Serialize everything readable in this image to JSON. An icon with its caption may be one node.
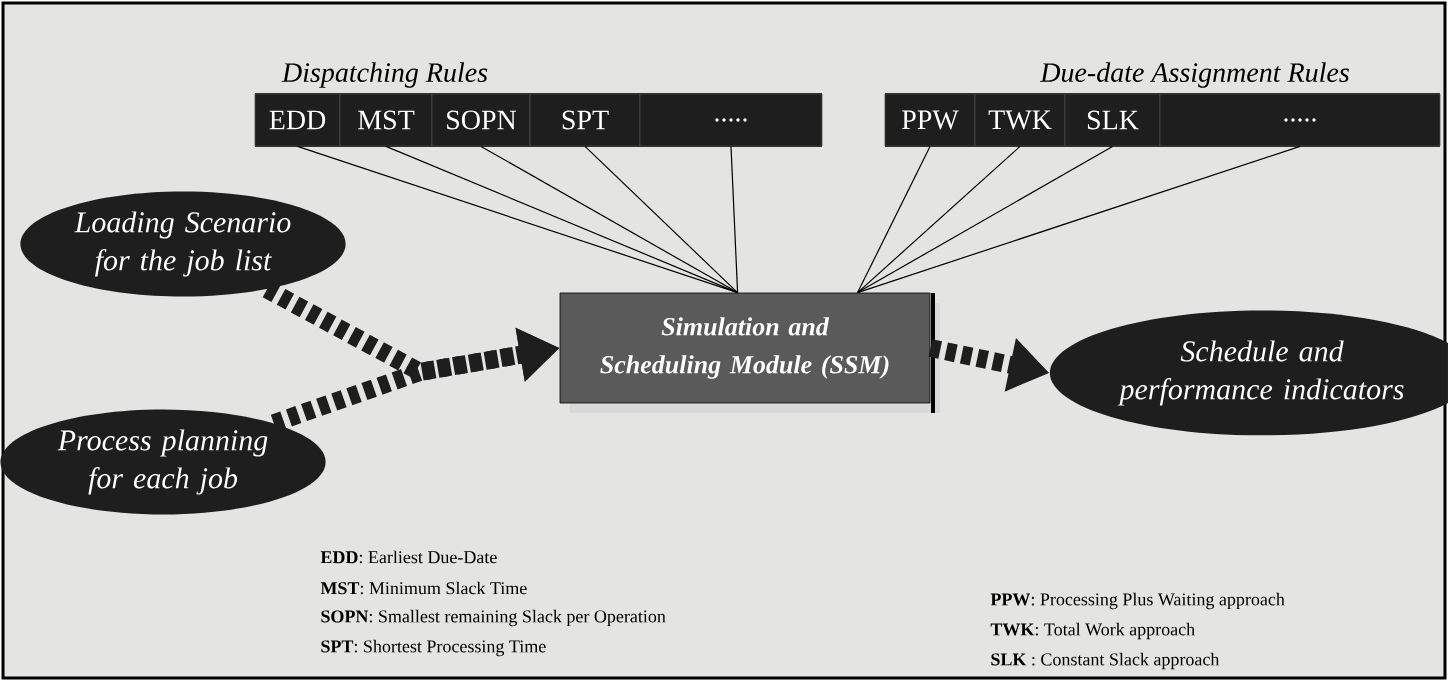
{
  "diagram": {
    "nodes": [
      {
        "text": [
          "Loading Scenario for the job list"
        ]
      },
      {
        "text": [
          "Process planning for each job"
        ]
      },
      {
        "text": [
          "Simulation and Scheduling Module (SSM)"
        ]
      },
      {
        "text": [
          "Schedule and performance indicators"
        ]
      },
      {
        "text": [
          "Dispatching Rules"
        ]
      },
      {
        "text": [
          "EDD"
        ],
        "in": 4
      },
      {
        "text": [
          "MST"
        ],
        "in": 4
      },
      {
        "text": [
          "SOPN"
        ],
        "in": 4
      },
      {
        "text": [
          "SPT"
        ],
        "in": 4
      },
      {
        "text": [
          "....."
        ],
        "in": 4
      },
      {
        "text": [
          "Due-date Assignment Rules"
        ]
      },
      {
        "text": [
          "PPW"
        ],
        "in": 10
      },
      {
        "text": [
          "TWK"
        ],
        "in": 10
      },
      {
        "text": [
          "SLK"
        ],
        "in": 10
      },
      {
        "text": [
          "....."
        ],
        "in": 10
      }
    ],
    "edges": [
      {
        "from": 0,
        "to": 2,
        "arrow": "to",
        "style": "dashed"
      },
      {
        "from": 1,
        "to": 2,
        "arrow": "to",
        "style": "dashed"
      },
      {
        "from": 2,
        "to": 3,
        "arrow": "to",
        "style": "dashed"
      },
      {
        "from": 5,
        "to": 2,
        "arrow": "none"
      },
      {
        "from": 6,
        "to": 2,
        "arrow": "none"
      },
      {
        "from": 7,
        "to": 2,
        "arrow": "none"
      },
      {
        "from": 8,
        "to": 2,
        "arrow": "none"
      },
      {
        "from": 9,
        "to": 2,
        "arrow": "none"
      },
      {
        "from": 11,
        "to": 2,
        "arrow": "none"
      },
      {
        "from": 12,
        "to": 2,
        "arrow": "none"
      },
      {
        "from": 13,
        "to": 2,
        "arrow": "none"
      },
      {
        "from": 14,
        "to": 2,
        "arrow": "none"
      }
    ],
    "labels": [
      "**EDD**: Earliest Due-Date",
      "**MST**: Minimum Slack Time",
      "**SOPN**: Smallest remaining Slack per Operation",
      "**SPT**: Shortest Processing Time",
      "**PPW**: Processing Plus Waiting approach",
      "**TWK**: Total Work approach",
      "**SLK** : Constant Slack approach"
    ]
  }
}
